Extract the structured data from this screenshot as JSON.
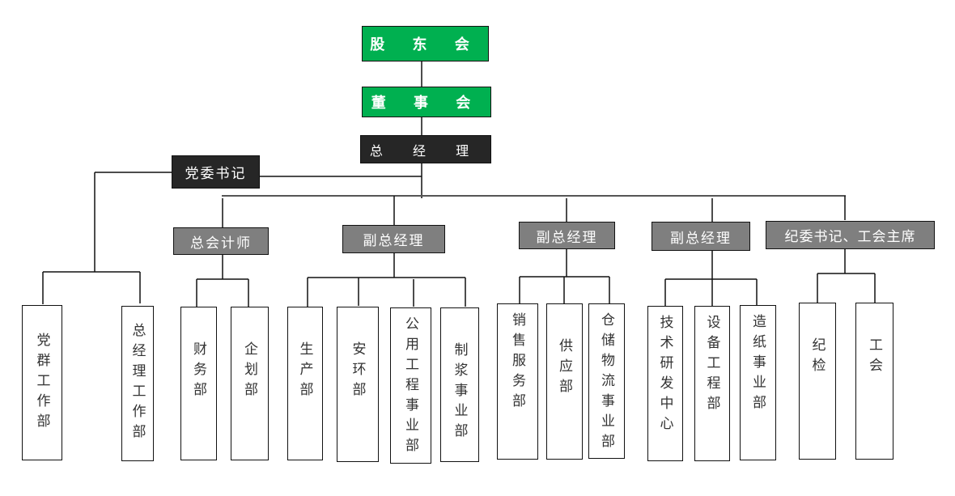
{
  "colors": {
    "top_level": "#00b050",
    "executive": "#262626",
    "deputy": "#7f7f7f",
    "line": "#111111"
  },
  "shareholders": "股 东 会",
  "board": "董 事 会",
  "general_manager": "总 经 理",
  "party_secretary": "党委书记",
  "executives": [
    {
      "title": "总会计师"
    },
    {
      "title": "副总经理"
    },
    {
      "title": "副总经理"
    },
    {
      "title": "副总经理"
    },
    {
      "title": "纪委书记、工会主席"
    }
  ],
  "departments": {
    "party": [
      "党群工作部",
      "总经理工作部"
    ],
    "accountant": [
      "财务部",
      "企划部"
    ],
    "vp1": [
      "生产部",
      "安环部",
      "公用工程事业部",
      "制浆事业部"
    ],
    "vp2": [
      "销售服务部",
      "供应部",
      "仓储物流事业部"
    ],
    "vp3": [
      "技术研发中心",
      "设备工程部",
      "造纸事业部"
    ],
    "discipline": [
      "纪检",
      "工会"
    ]
  }
}
